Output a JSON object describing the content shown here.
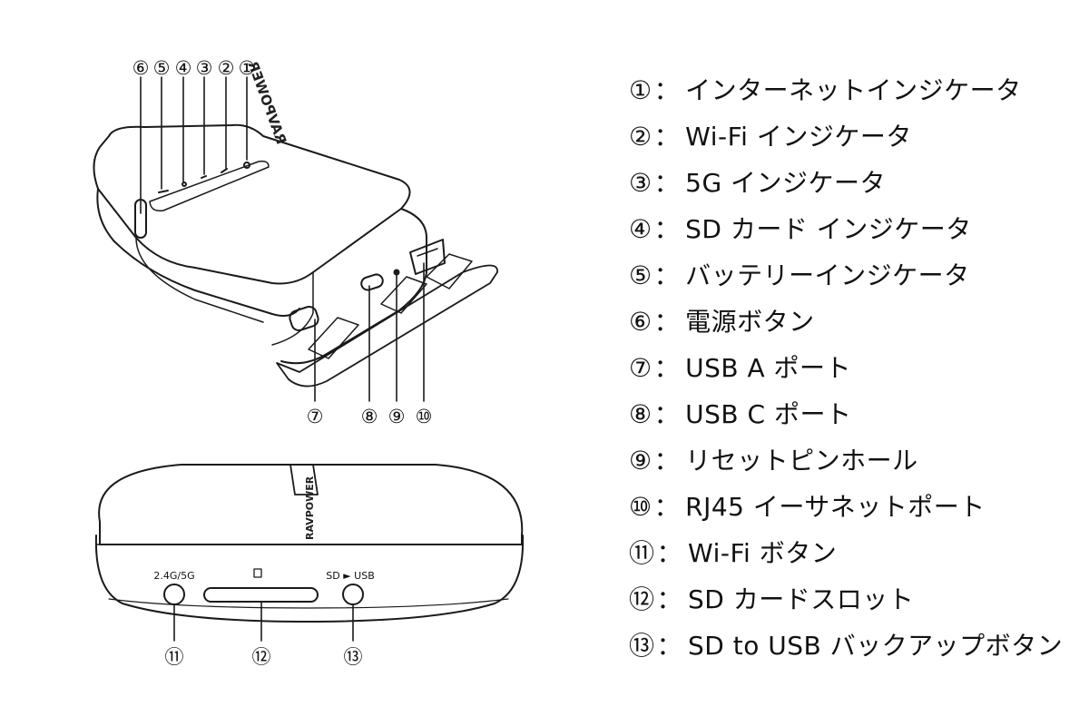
{
  "callout_numbers": {
    "n1": "①",
    "n2": "②",
    "n3": "③",
    "n4": "④",
    "n5": "⑤",
    "n6": "⑥",
    "n7": "⑦",
    "n8": "⑧",
    "n9": "⑨",
    "n10": "⑩",
    "n11": "⑪",
    "n12": "⑫",
    "n13": "⑬"
  },
  "device_labels": {
    "brand_top": "RAVPOWER",
    "brand_bottom": "RAVPOWER",
    "wifi_band": "2.4G/5G",
    "sd_to_usb": "SD ► USB"
  },
  "legend": [
    {
      "num": "①",
      "text": "インターネットインジケータ"
    },
    {
      "num": "②",
      "text": "Wi-Fi インジケータ"
    },
    {
      "num": "③",
      "text": "5G インジケータ"
    },
    {
      "num": "④",
      "text": "SD カード インジケータ"
    },
    {
      "num": "⑤",
      "text": "バッテリーインジケータ"
    },
    {
      "num": "⑥",
      "text": "電源ボタン"
    },
    {
      "num": "⑦",
      "text": "USB A ポート"
    },
    {
      "num": "⑧",
      "text": "USB C ポート"
    },
    {
      "num": "⑨",
      "text": "リセットピンホール"
    },
    {
      "num": "⑩",
      "text": "RJ45 イーサネットポート"
    },
    {
      "num": "⑪",
      "text": "Wi-Fi ボタン"
    },
    {
      "num": "⑫",
      "text": "SD カードスロット"
    },
    {
      "num": "⑬",
      "text": "SD to USB バックアップボタン"
    }
  ],
  "separator": "："
}
